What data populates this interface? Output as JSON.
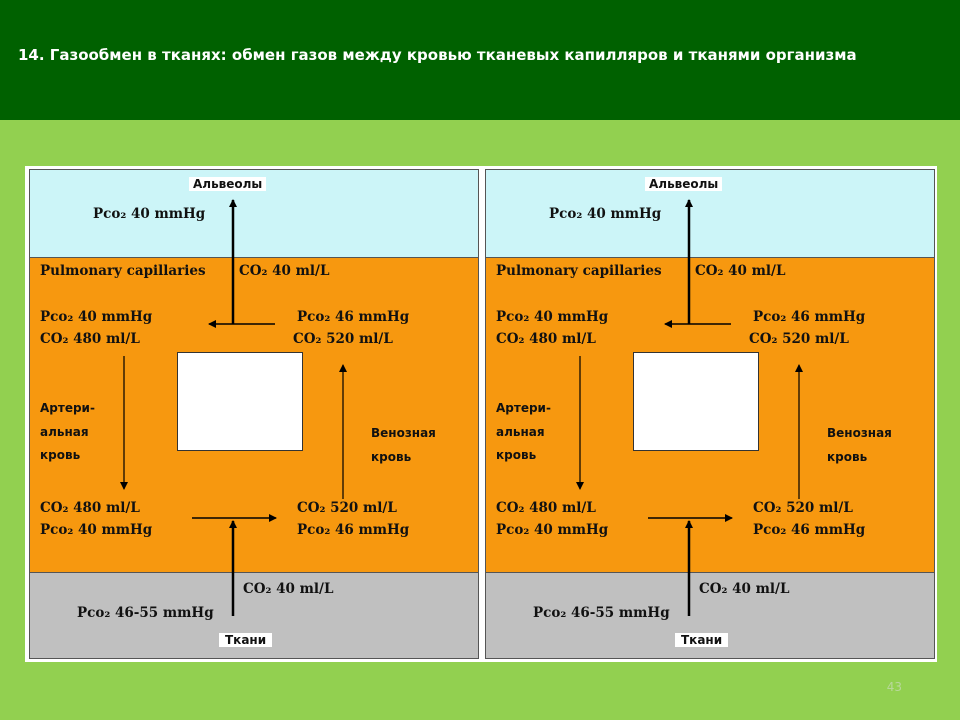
{
  "slide": {
    "title": "14. Газообмен в тканях: обмен газов между кровью тканевых капилляров и тканями организма",
    "page_number": "43"
  },
  "diagram": {
    "alveoli_label": "Альвеолы",
    "alveoli_pco2": "Pco₂ 40 mmHg",
    "pulmonary_label": "Pulmonary capillaries",
    "pulmonary_co2": "CO₂ 40 ml/L",
    "arterial_top_pco2": "Pco₂ 40 mmHg",
    "arterial_top_co2": "CO₂ 480 ml/L",
    "venous_top_pco2": "Pco₂ 46 mmHg",
    "venous_top_co2": "CO₂ 520 ml/L",
    "arterial_label": [
      "Артери-",
      "альная",
      "кровь"
    ],
    "venous_label": [
      "Венозная",
      "кровь"
    ],
    "arterial_bottom_co2": "CO₂ 480 ml/L",
    "arterial_bottom_pco2": "Pco₂ 40 mmHg",
    "venous_bottom_co2": "CO₂ 520 ml/L",
    "venous_bottom_pco2": "Pco₂ 46 mmHg",
    "tissue_co2": "CO₂ 40 ml/L",
    "tissue_pco2": "Pco₂ 46-55 mmHg",
    "tissue_label": "Ткани"
  },
  "colors": {
    "header": "#006100",
    "background": "#92d050",
    "alveoli": "#ccf5f8",
    "capillaries": "#f7980f",
    "tissue": "#c0c0c0"
  }
}
